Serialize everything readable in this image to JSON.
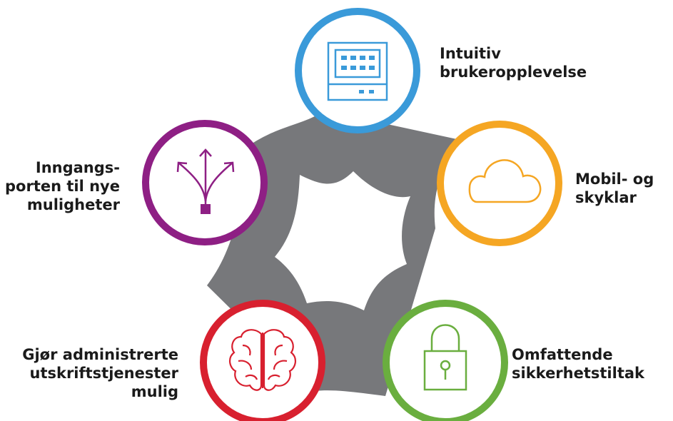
{
  "colors": {
    "connector": "#77787b",
    "blue": "#3a9ad9",
    "orange": "#f5a623",
    "green": "#6aae3f",
    "red": "#d8202f",
    "purple": "#8e1f84"
  },
  "nodes": [
    {
      "key": "ux",
      "icon": "keypad-screen-icon",
      "color_key": "blue",
      "lines": [
        "Intuitiv",
        "brukeropplevelse"
      ]
    },
    {
      "key": "cloud",
      "icon": "cloud-icon",
      "color_key": "orange",
      "lines": [
        "Mobil- og",
        "skyklar"
      ]
    },
    {
      "key": "security",
      "icon": "padlock-icon",
      "color_key": "green",
      "lines": [
        "Omfattende",
        "sikkerhetstiltak"
      ]
    },
    {
      "key": "managed",
      "icon": "brain-icon",
      "color_key": "red",
      "lines": [
        "Gjør administrerte",
        "utskriftstjenester",
        "mulig"
      ]
    },
    {
      "key": "gateway",
      "icon": "branching-arrows-icon",
      "color_key": "purple",
      "lines": [
        "Inngangs-",
        "porten til nye",
        "muligheter"
      ]
    }
  ]
}
